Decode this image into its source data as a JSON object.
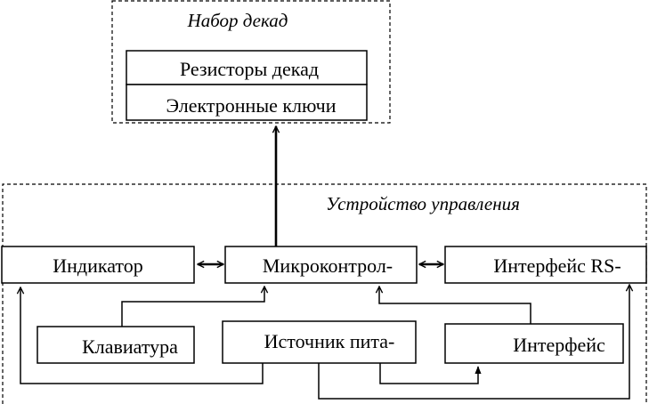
{
  "decade_set": {
    "title": "Набор декад",
    "resistors_label": "Резисторы декад",
    "keys_label": "Электронные ключи"
  },
  "control_unit": {
    "title": "Устройство управления",
    "indicator_label": "Индикатор",
    "microcontroller_label": "Микроконтрол-",
    "rs_interface_label": "Интерфейс RS-",
    "keyboard_label": "Клавиатура",
    "power_source_label": "Источник пита-",
    "interface_label": "Интерфейс"
  }
}
